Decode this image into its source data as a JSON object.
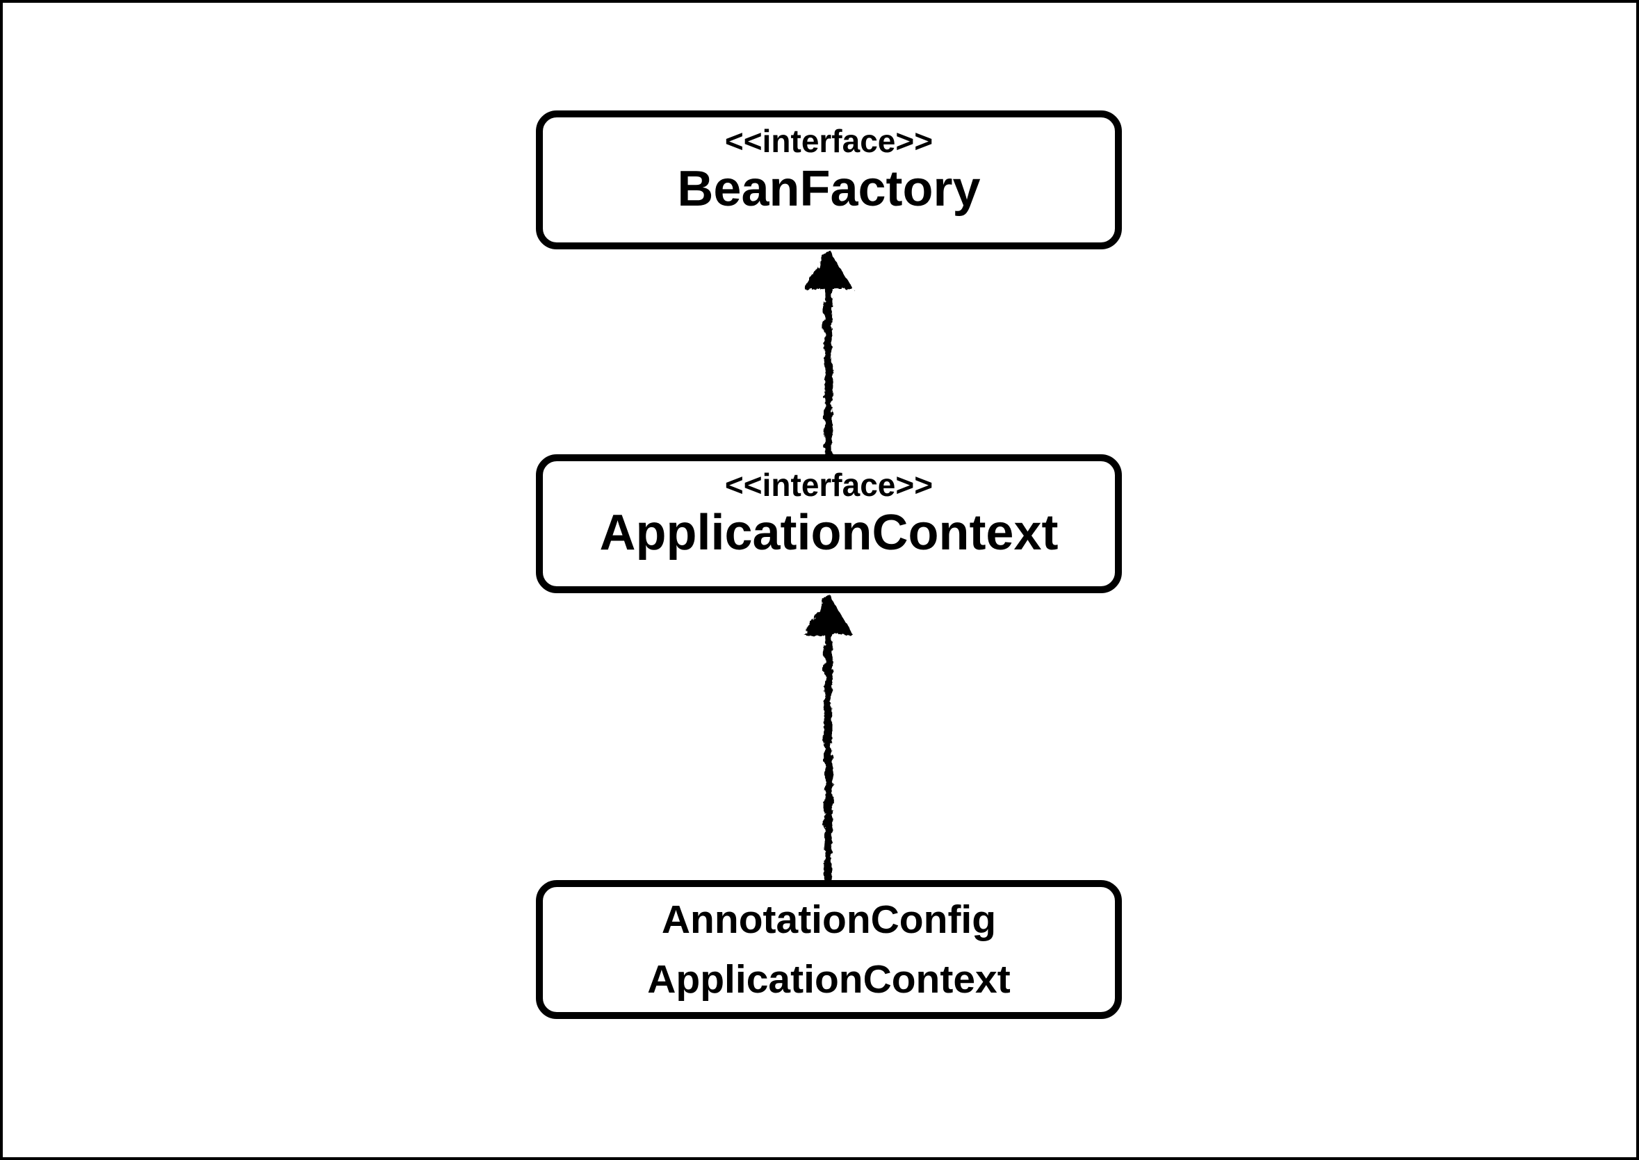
{
  "diagram": {
    "colors": {
      "ink": "#000000",
      "background": "#ffffff"
    },
    "nodes": [
      {
        "id": "bean-factory",
        "stereotype": "<<interface>>",
        "name": "BeanFactory"
      },
      {
        "id": "application-context",
        "stereotype": "<<interface>>",
        "name": "ApplicationContext"
      },
      {
        "id": "annotation-config-application-context",
        "name_lines": [
          "AnnotationConfig",
          "ApplicationContext"
        ]
      }
    ],
    "edges": [
      {
        "from": "ApplicationContext",
        "to": "BeanFactory",
        "relation": "generalization",
        "direction": "up"
      },
      {
        "from": "AnnotationConfigApplicationContext",
        "to": "ApplicationContext",
        "relation": "generalization",
        "direction": "up"
      }
    ]
  }
}
